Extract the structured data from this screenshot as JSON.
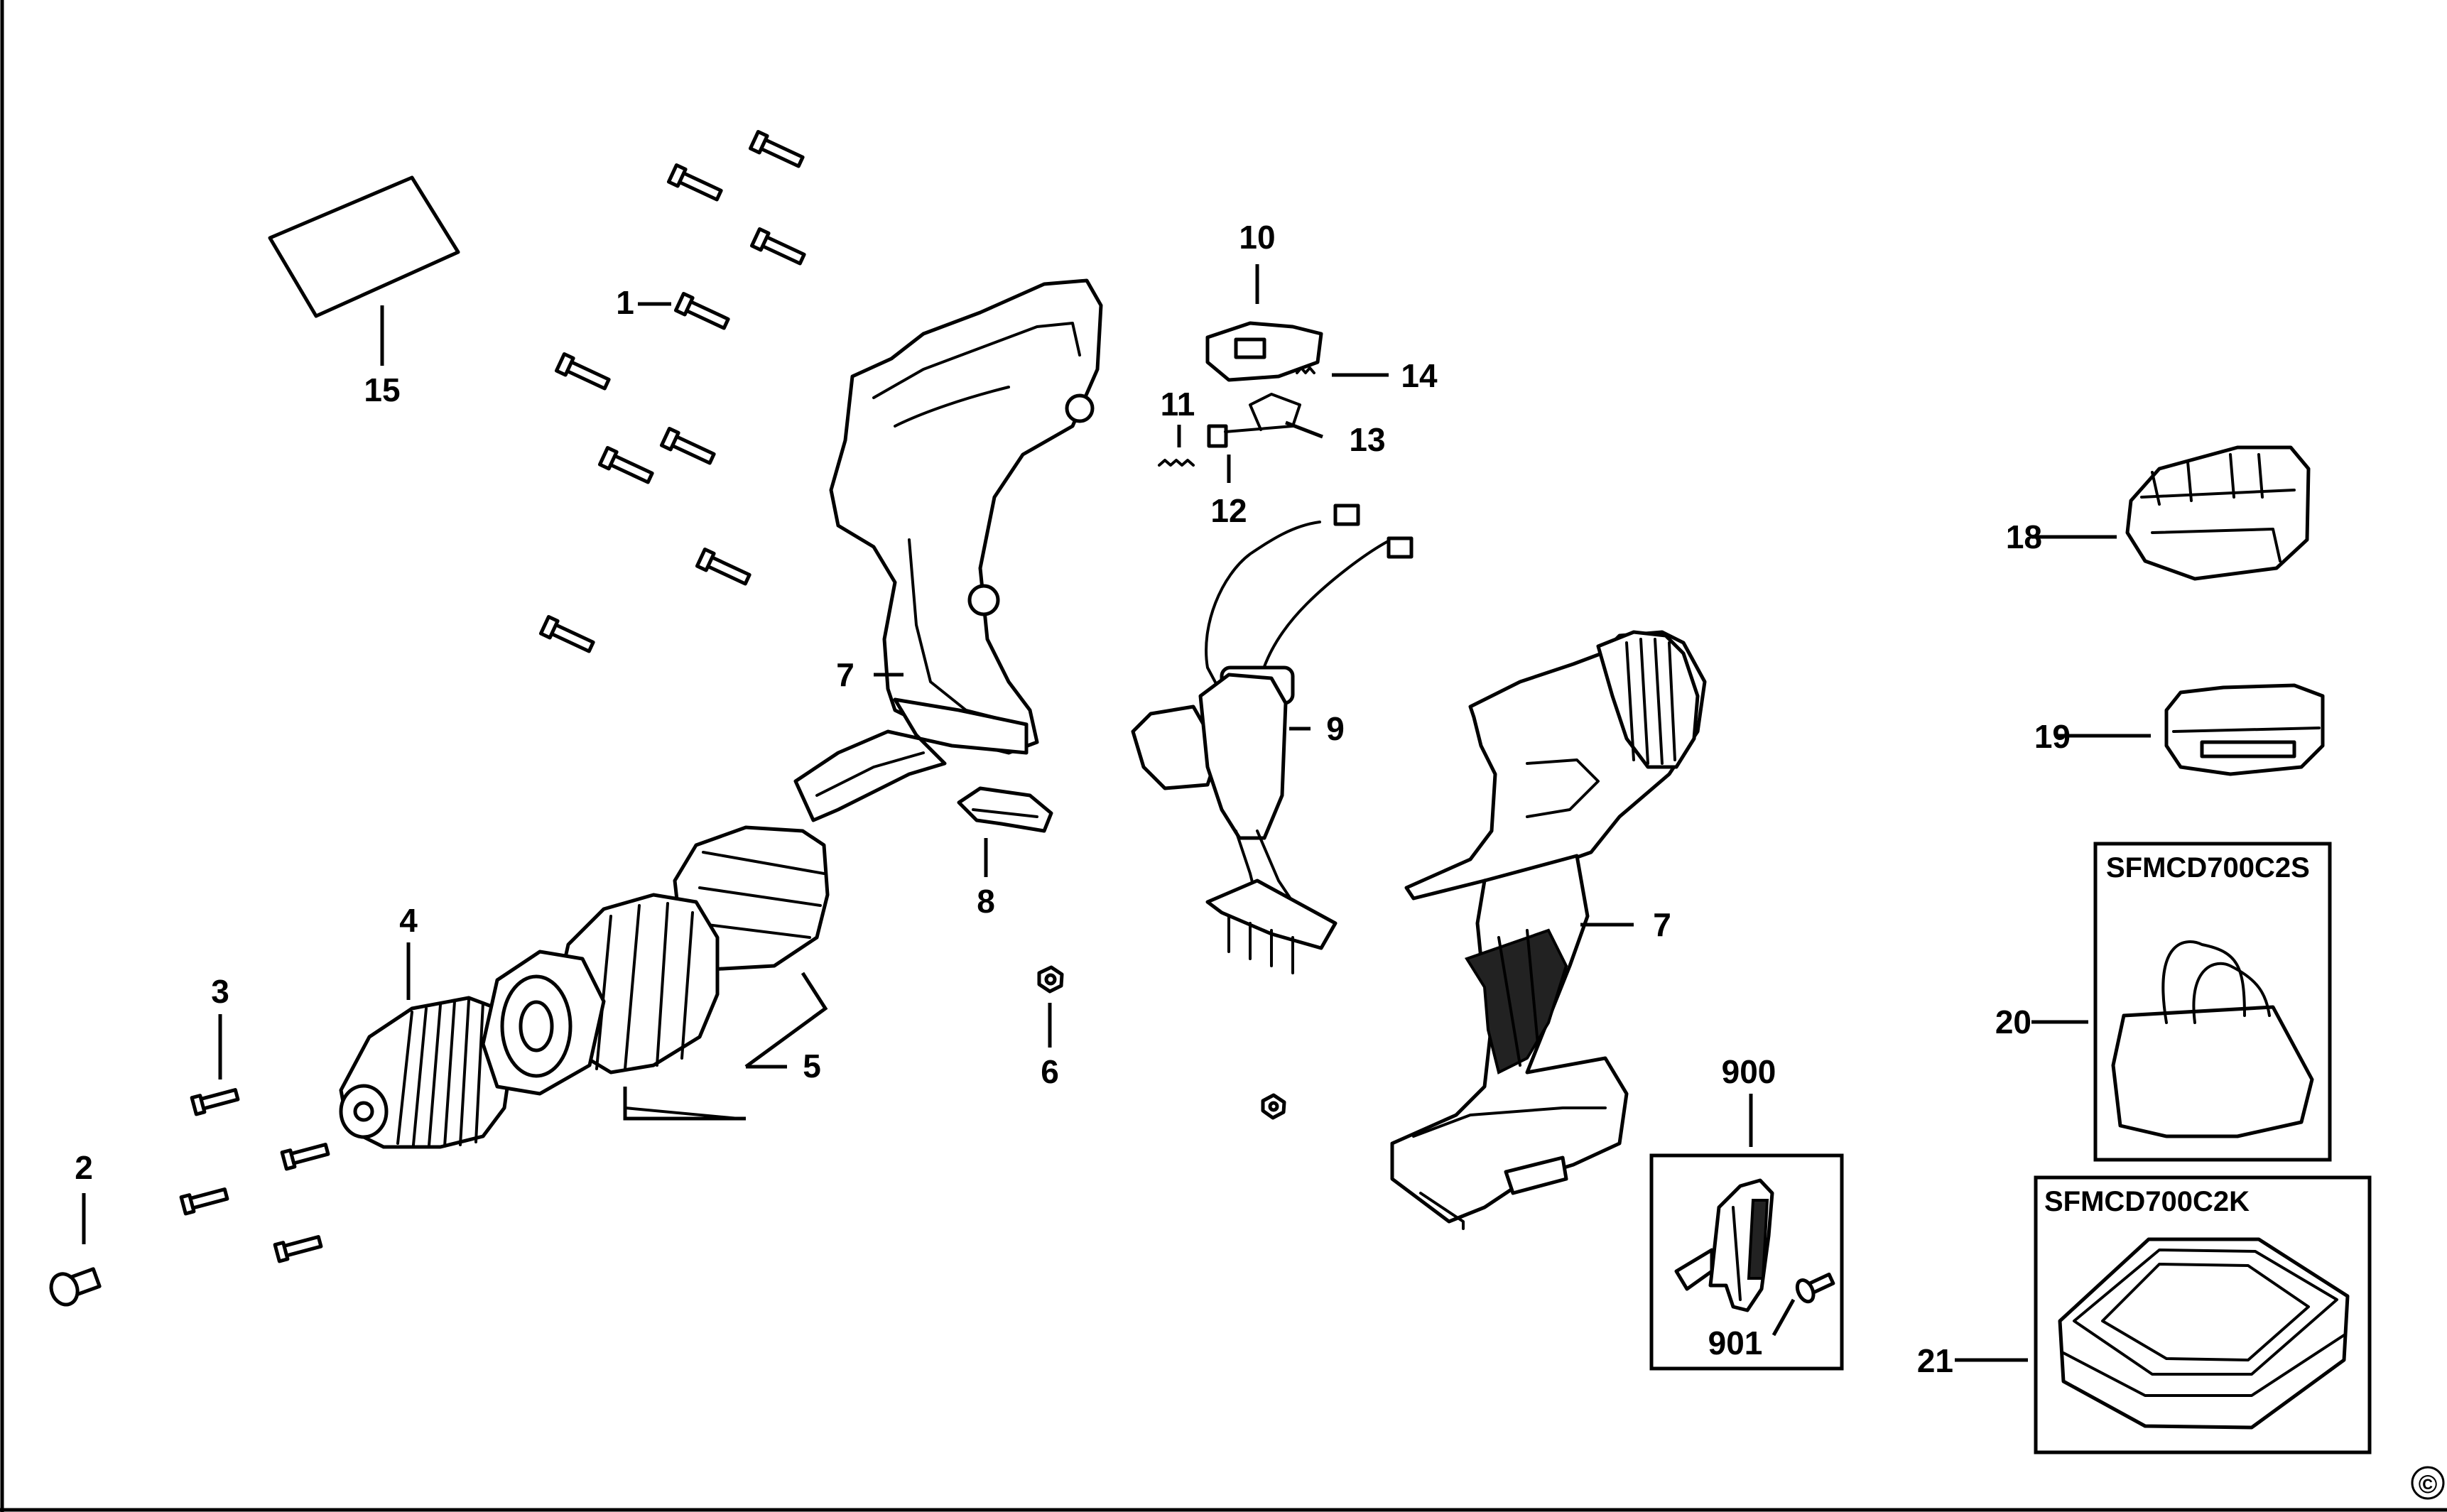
{
  "diagram": {
    "part_labels": {
      "p1": "1",
      "p2": "2",
      "p3": "3",
      "p4": "4",
      "p5": "5",
      "p6": "6",
      "p7a": "7",
      "p7b": "7",
      "p8": "8",
      "p9": "9",
      "p10": "10",
      "p11": "11",
      "p12": "12",
      "p13": "13",
      "p14": "14",
      "p15": "15",
      "p18": "18",
      "p19": "19",
      "p20": "20",
      "p21": "21",
      "p900": "900",
      "p901": "901"
    },
    "kit_boxes": {
      "bag_kit": "SFMCD700C2S",
      "case_kit": "SFMCD700C2K"
    },
    "copyright_symbol": "©"
  }
}
